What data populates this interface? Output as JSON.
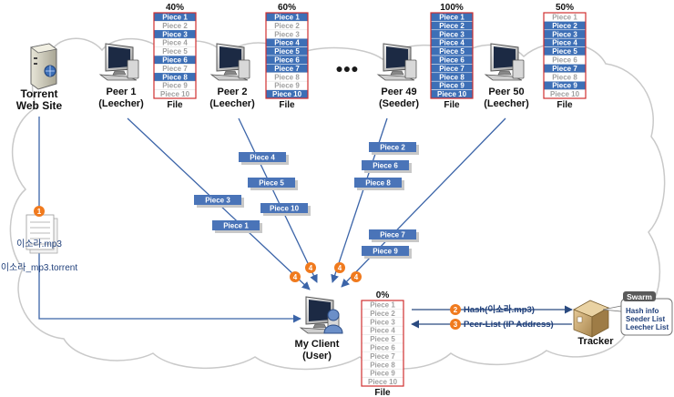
{
  "colors": {
    "filled": "#3d6fb6",
    "empty": "#ffffff",
    "empty_text": "#a0a0a0",
    "frame": "#d03030",
    "piece_tag": "#4a74b8",
    "step_badge": "#f07a1e",
    "line": "#4a74b8",
    "text": "#111111"
  },
  "icons": [
    "server-icon",
    "computer-icon",
    "user-icon",
    "box-icon",
    "document-icon",
    "ellipsis-icon"
  ],
  "nodes": {
    "website": {
      "title": "Torrent",
      "subtitle": "Web Site"
    },
    "client": {
      "title": "My Client",
      "subtitle": "(User)"
    },
    "tracker": {
      "title": "Tracker"
    },
    "ellipsis": "●●●"
  },
  "peers": [
    {
      "name": "Peer 1",
      "role": "(Leecher)",
      "percent": "40%",
      "file_label": "File",
      "have": [
        1,
        3,
        6,
        8
      ]
    },
    {
      "name": "Peer 2",
      "role": "(Leecher)",
      "percent": "60%",
      "file_label": "File",
      "have": [
        1,
        4,
        5,
        6,
        7,
        10
      ]
    },
    {
      "name": "Peer 49",
      "role": "(Seeder)",
      "percent": "100%",
      "file_label": "File",
      "have": [
        1,
        2,
        3,
        4,
        5,
        6,
        7,
        8,
        9,
        10
      ]
    },
    {
      "name": "Peer 50",
      "role": "(Leecher)",
      "percent": "50%",
      "file_label": "File",
      "have": [
        2,
        3,
        4,
        5,
        7,
        9
      ]
    }
  ],
  "pieces": [
    "Piece 1",
    "Piece 2",
    "Piece 3",
    "Piece 4",
    "Piece 5",
    "Piece 6",
    "Piece 7",
    "Piece 8",
    "Piece 9",
    "Piece 10"
  ],
  "client_file": {
    "percent": "0%",
    "file_label": "File",
    "have": []
  },
  "transfers": [
    "Piece 3",
    "Piece 1",
    "Piece 4",
    "Piece 5",
    "Piece 10",
    "Piece 2",
    "Piece 6",
    "Piece 8",
    "Piece 7",
    "Piece 9"
  ],
  "torrent_file": {
    "badge": "1",
    "name": "이소라.mp3",
    "torrent": "이소라_mp3.torrent"
  },
  "steps": {
    "hash_badge": "2",
    "hash": "Hash(이소라.mp3)",
    "peers_badge": "3",
    "peer_list": "Peer-List (IP Address)",
    "download_badge": "4"
  },
  "swarm": {
    "title": "Swarm",
    "items": [
      "Hash info",
      "Seeder List",
      "Leecher List"
    ]
  }
}
